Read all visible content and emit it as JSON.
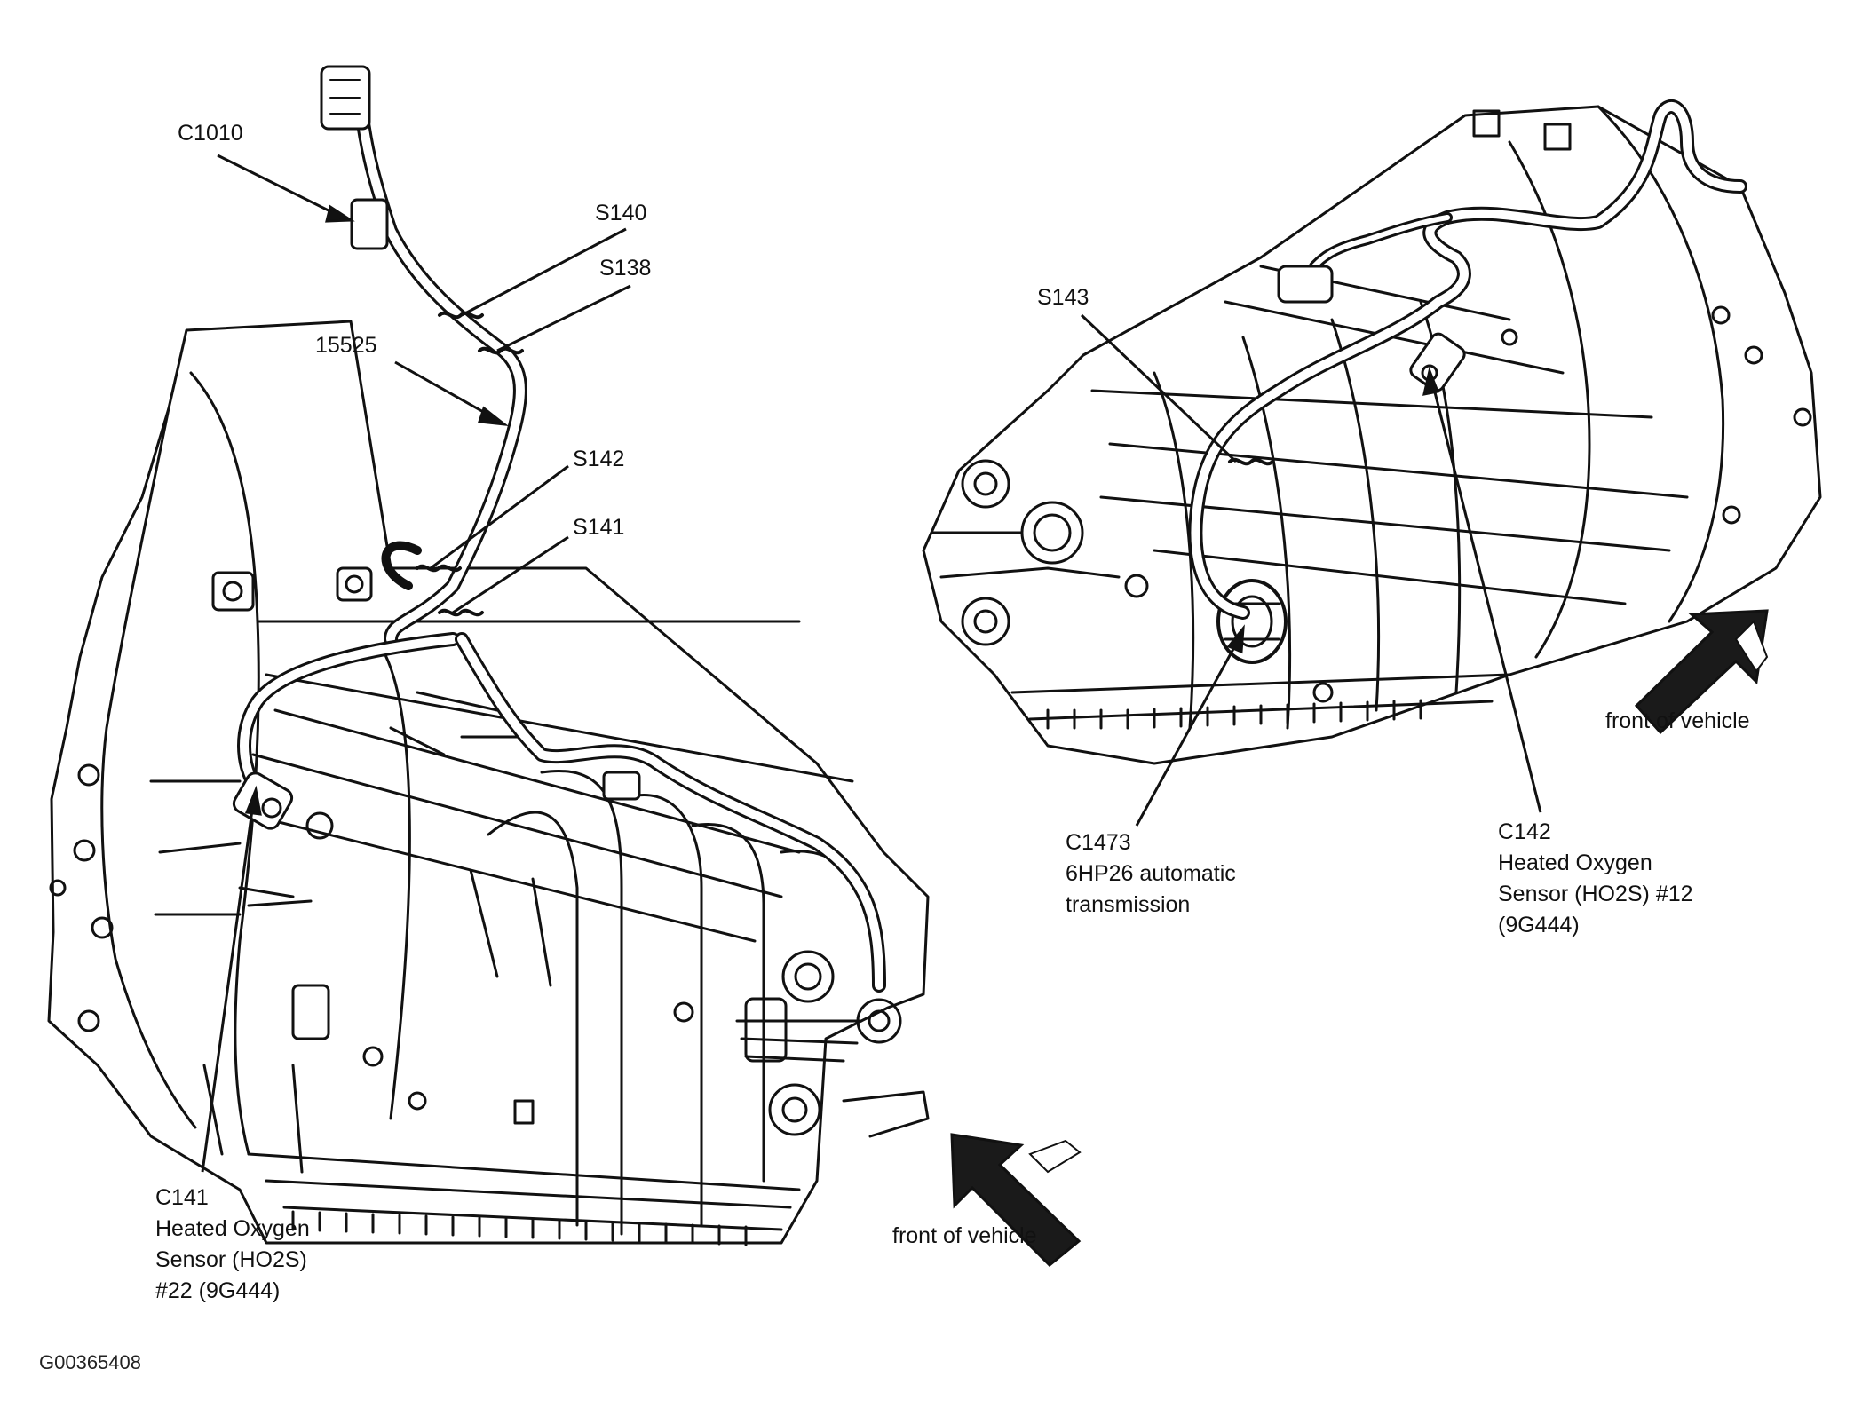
{
  "labels": {
    "c1010": "C1010",
    "s140": "S140",
    "s138": "S138",
    "p15525": "15525",
    "s142": "S142",
    "s141": "S141",
    "s143": "S143",
    "c1473": [
      "C1473",
      "6HP26 automatic",
      "transmission"
    ],
    "c142": [
      "C142",
      "Heated Oxygen",
      "Sensor (HO2S) #12",
      "(9G444)"
    ],
    "c141": [
      "C141",
      "Heated Oxygen",
      "Sensor (HO2S)",
      "#22 (9G444)"
    ],
    "front_left": "front of vehicle",
    "front_right": "front of vehicle"
  },
  "figure_id": "G00365408",
  "icons": {
    "front_arrow_left": "arrow-up-left-icon",
    "front_arrow_right": "arrow-up-right-icon"
  },
  "colors": {
    "ink": "#111111",
    "background": "#ffffff",
    "arrow_fill": "#1a1a1a"
  }
}
